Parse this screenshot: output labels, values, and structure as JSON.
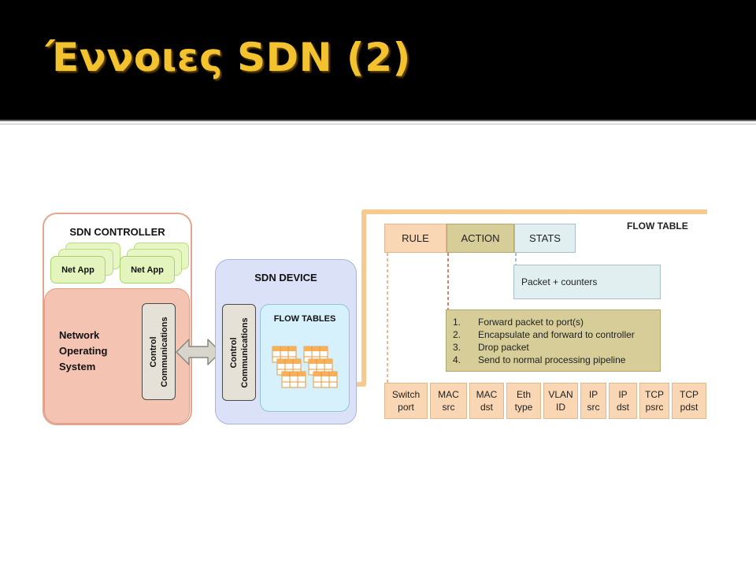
{
  "slide": {
    "title": "Έννοιες SDN (2)"
  },
  "diagram": {
    "controller": {
      "title": "SDN CONTROLLER",
      "net_apps": [
        "Net App",
        "Net App"
      ],
      "nos_label": "Network Operating System",
      "control_comm": "Control\nCommunications"
    },
    "device": {
      "title": "SDN DEVICE",
      "control_comm": "Control\nCommunications",
      "flow_tables": "FLOW TABLES"
    },
    "flow_table": {
      "label": "FLOW TABLE",
      "columns": {
        "rule": "RULE",
        "action": "ACTION",
        "stats": "STATS"
      },
      "stats_detail": "Packet + counters",
      "actions": [
        {
          "num": "1.",
          "text": "Forward packet to port(s)"
        },
        {
          "num": "2.",
          "text": "Encapsulate and forward to controller"
        },
        {
          "num": "3.",
          "text": "Drop packet"
        },
        {
          "num": "4.",
          "text": "Send to normal processing pipeline"
        }
      ],
      "header_fields": [
        "Switch\nport",
        "MAC\nsrc",
        "MAC\ndst",
        "Eth\ntype",
        "VLAN\nID",
        "IP\nsrc",
        "IP\ndst",
        "TCP\npsrc",
        "TCP\npdst"
      ]
    },
    "colors": {
      "title": "#f2c230",
      "controller_border": "#e3a58f",
      "nos_fill": "#f4c3b1",
      "net_app_fill": "#e3f4bc",
      "device_fill": "#dbe2f7",
      "flow_tables_fill": "#d6f1fb",
      "rule_fill": "#fad7b4",
      "action_fill": "#d6cd99",
      "stats_fill": "#e2eff0",
      "connector": "#f6c98e"
    }
  }
}
